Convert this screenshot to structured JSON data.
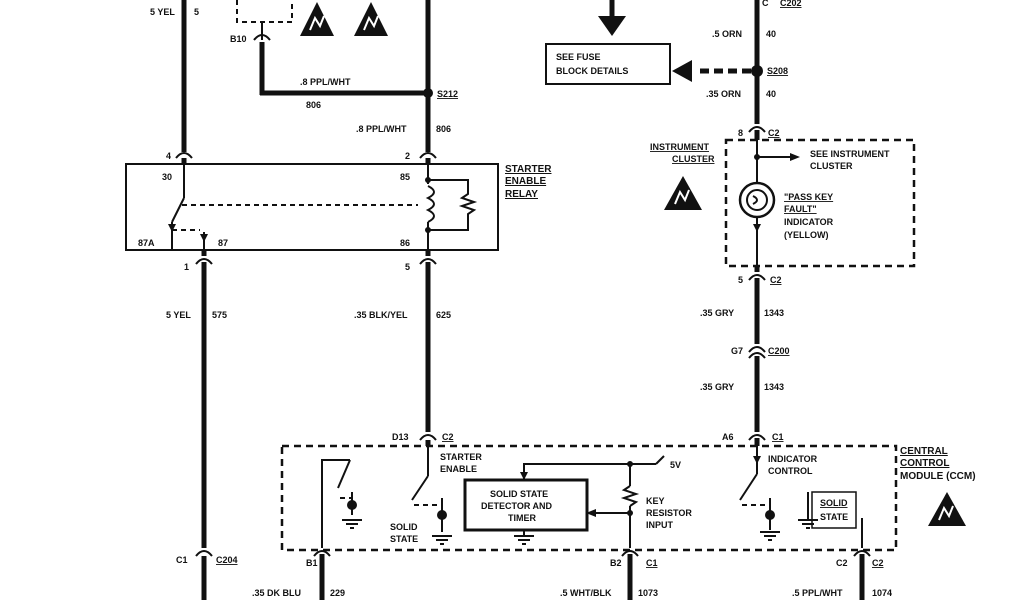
{
  "wire_labels": {
    "top_left_gauge": "5 YEL",
    "top_left_circuit": "5",
    "b10_gauge": ".8 PPL/WHT",
    "b10_circuit": "806",
    "mid_gauge": ".8 PPL/WHT",
    "mid_circuit": "806",
    "relay_out_gauge": "5 YEL",
    "relay_out_circuit": "575",
    "relay86_gauge": ".35 BLK/YEL",
    "relay86_circuit": "625",
    "orn_top_gauge": ".5 ORN",
    "orn_top_circuit": "40",
    "orn_bot_gauge": ".35 ORN",
    "orn_bot_circuit": "40",
    "gry1_gauge": ".35 GRY",
    "gry1_circuit": "1343",
    "gry2_gauge": ".35 GRY",
    "gry2_circuit": "1343",
    "bottom_b1_gauge": ".35 DK BLU",
    "bottom_b1_circuit": "229",
    "bottom_b2_gauge": ".5 WHT/BLK",
    "bottom_b2_circuit": "1073",
    "bottom_c2_gauge": ".5 PPL/WHT",
    "bottom_c2_circuit": "1074"
  },
  "connectors": {
    "c202": "C202",
    "b10": "B10",
    "s212": "S212",
    "s208": "S208",
    "pin8": "8",
    "c2_top": "C2",
    "pin5": "5",
    "c2_mid": "C2",
    "g7": "G7",
    "c200": "C200",
    "a6": "A6",
    "c1_ccm": "C1",
    "d13": "D13",
    "c2_ccm": "C2",
    "c1_left": "C1",
    "c204": "C204",
    "b1": "B1",
    "b2": "B2",
    "c1_b2": "C1",
    "c2_bot1": "C2",
    "c2_bot2": "C2",
    "c_top": "C"
  },
  "relay": {
    "title_line1": "STARTER",
    "title_line2": "ENABLE",
    "title_line3": "RELAY",
    "pin_4": "4",
    "pin_2": "2",
    "pin_30": "30",
    "pin_85": "85",
    "pin_87a": "87A",
    "pin_87": "87",
    "pin_86": "86",
    "pin_1": "1",
    "pin_5": "5"
  },
  "fuse": {
    "line1": "SEE FUSE",
    "line2": "BLOCK DETAILS"
  },
  "cluster": {
    "label_line1": "INSTRUMENT",
    "label_line2": "CLUSTER",
    "see_line1": "SEE INSTRUMENT",
    "see_line2": "CLUSTER",
    "ind_line1": "\"PASS KEY",
    "ind_line2": "FAULT\"",
    "ind_line3": "INDICATOR",
    "ind_line4": "(YELLOW)"
  },
  "ccm": {
    "title_line1": "CENTRAL",
    "title_line2": "CONTROL",
    "title_line3": "MODULE (CCM)",
    "starter_enable_1": "STARTER",
    "starter_enable_2": "ENABLE",
    "solid_state_1": "SOLID",
    "solid_state_2": "STATE",
    "detector_1": "SOLID STATE",
    "detector_2": "DETECTOR AND",
    "detector_3": "TIMER",
    "key_1": "KEY",
    "key_2": "RESISTOR",
    "key_3": "INPUT",
    "supply": "5V",
    "indicator_1": "INDICATOR",
    "indicator_2": "CONTROL",
    "solid_right_1": "SOLID",
    "solid_right_2": "STATE"
  }
}
